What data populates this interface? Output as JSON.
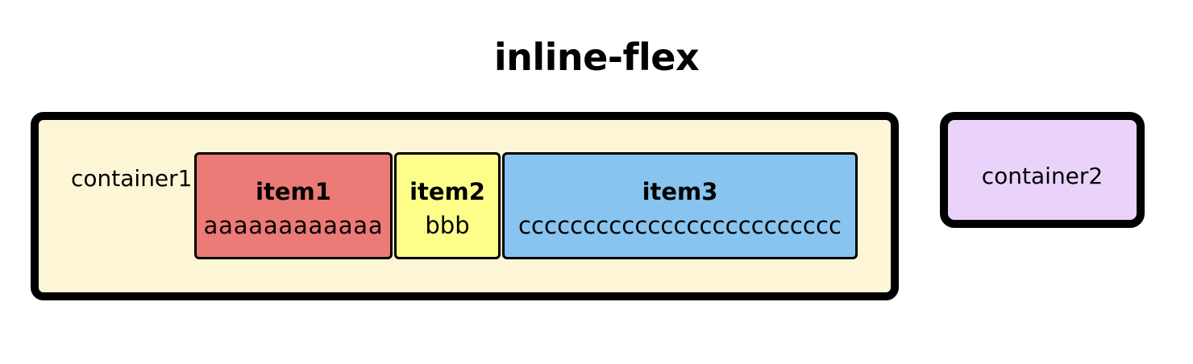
{
  "title": "inline-flex",
  "container1": {
    "label": "container1",
    "items": [
      {
        "name": "item1",
        "content": "aaaaaaaaaaaa",
        "color": "#ec7a76"
      },
      {
        "name": "item2",
        "content": "bbb",
        "color": "#fdfd8a"
      },
      {
        "name": "item3",
        "content": "ccccccccccccccccccccccccc",
        "color": "#88c4ef"
      }
    ],
    "background": "#fdf6d6"
  },
  "container2": {
    "label": "container2",
    "background": "#e9d3fb"
  }
}
